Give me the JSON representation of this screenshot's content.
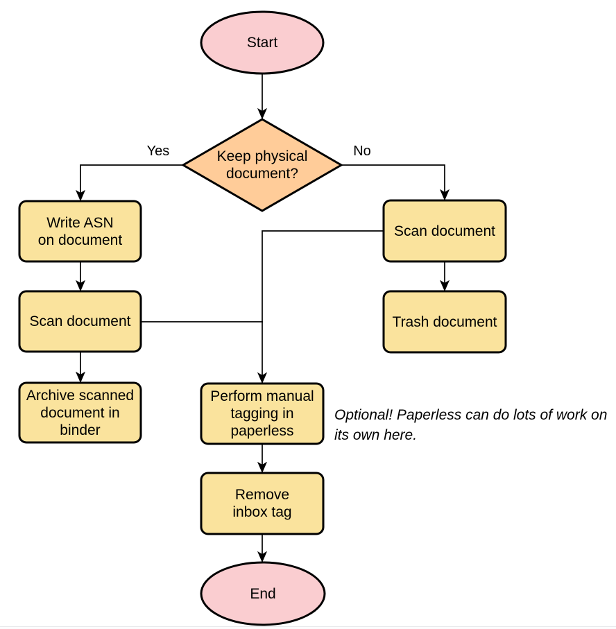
{
  "nodes": {
    "start": "Start",
    "decision": "Keep physical\ndocument?",
    "write_asn": "Write ASN\non document",
    "scan_left": "Scan document",
    "archive": "Archive scanned\ndocument in\nbinder",
    "scan_right": "Scan document",
    "trash": "Trash document",
    "tag": "Perform manual\ntagging in\npaperless",
    "remove_inbox": "Remove\ninbox tag",
    "end": "End"
  },
  "edge_labels": {
    "yes": "Yes",
    "no": "No"
  },
  "note": "Optional! Paperless can do lots of work on\nits own here.",
  "colors": {
    "terminal_fill": "#FACDD0",
    "decision_fill": "#FFCC99",
    "process_fill": "#FAE39D",
    "stroke": "#000000"
  }
}
